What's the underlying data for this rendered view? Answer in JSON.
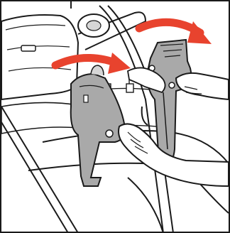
{
  "figure": {
    "kind": "instruction-illustration",
    "style": "line-art with gray fills and red arrows",
    "colors": {
      "outline": "#1a1a1a",
      "fill_gray": "#a9a9a9",
      "fill_light_gray": "#d6d6d6",
      "fill_white": "#ffffff",
      "arrow_red": "#e8432e"
    },
    "arrows": [
      {
        "name": "left-arrow",
        "direction": "right"
      },
      {
        "name": "right-arrow",
        "direction": "right-down"
      }
    ],
    "hands": 3,
    "parts": [
      "stroller-frame",
      "seat-adapter-left",
      "seat-adapter-right",
      "stroller-seat"
    ]
  }
}
